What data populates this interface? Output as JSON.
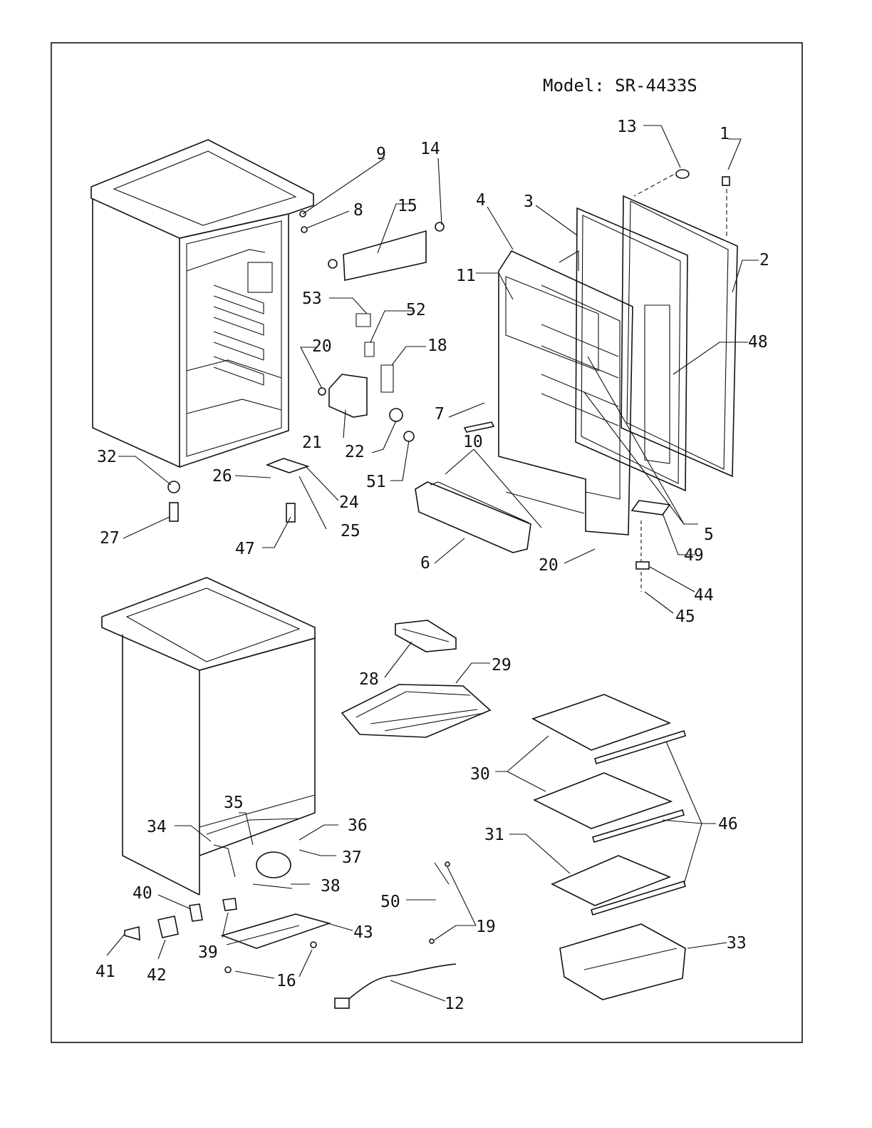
{
  "title": "Model:  SR-4433S",
  "callouts": [
    {
      "id": "c1",
      "text": "1"
    },
    {
      "id": "c2",
      "text": "2"
    },
    {
      "id": "c3",
      "text": "3"
    },
    {
      "id": "c4",
      "text": "4"
    },
    {
      "id": "c5",
      "text": "5"
    },
    {
      "id": "c6",
      "text": "6"
    },
    {
      "id": "c7",
      "text": "7"
    },
    {
      "id": "c8",
      "text": "8"
    },
    {
      "id": "c9",
      "text": "9"
    },
    {
      "id": "c10",
      "text": "10"
    },
    {
      "id": "c11",
      "text": "11"
    },
    {
      "id": "c12",
      "text": "12"
    },
    {
      "id": "c13",
      "text": "13"
    },
    {
      "id": "c14",
      "text": "14"
    },
    {
      "id": "c15",
      "text": "15"
    },
    {
      "id": "c16",
      "text": "16"
    },
    {
      "id": "c18",
      "text": "18"
    },
    {
      "id": "c19",
      "text": "19"
    },
    {
      "id": "c20a",
      "text": "20"
    },
    {
      "id": "c20b",
      "text": "20"
    },
    {
      "id": "c21",
      "text": "21"
    },
    {
      "id": "c22",
      "text": "22"
    },
    {
      "id": "c24",
      "text": "24"
    },
    {
      "id": "c25",
      "text": "25"
    },
    {
      "id": "c26",
      "text": "26"
    },
    {
      "id": "c27",
      "text": "27"
    },
    {
      "id": "c28",
      "text": "28"
    },
    {
      "id": "c29",
      "text": "29"
    },
    {
      "id": "c30",
      "text": "30"
    },
    {
      "id": "c31",
      "text": "31"
    },
    {
      "id": "c32",
      "text": "32"
    },
    {
      "id": "c33",
      "text": "33"
    },
    {
      "id": "c34",
      "text": "34"
    },
    {
      "id": "c35",
      "text": "35"
    },
    {
      "id": "c36",
      "text": "36"
    },
    {
      "id": "c37",
      "text": "37"
    },
    {
      "id": "c38",
      "text": "38"
    },
    {
      "id": "c39",
      "text": "39"
    },
    {
      "id": "c40",
      "text": "40"
    },
    {
      "id": "c41",
      "text": "41"
    },
    {
      "id": "c42",
      "text": "42"
    },
    {
      "id": "c43",
      "text": "43"
    },
    {
      "id": "c44",
      "text": "44"
    },
    {
      "id": "c45",
      "text": "45"
    },
    {
      "id": "c46",
      "text": "46"
    },
    {
      "id": "c47",
      "text": "47"
    },
    {
      "id": "c48",
      "text": "48"
    },
    {
      "id": "c49",
      "text": "49"
    },
    {
      "id": "c50",
      "text": "50"
    },
    {
      "id": "c51",
      "text": "51"
    },
    {
      "id": "c52",
      "text": "52"
    },
    {
      "id": "c53",
      "text": "53"
    }
  ]
}
